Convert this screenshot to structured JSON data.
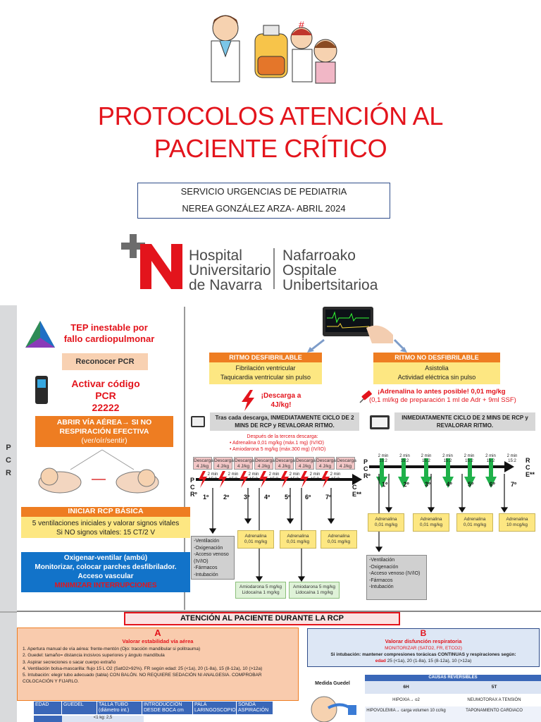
{
  "header": {
    "title_line1": "PROTOCOLOS ATENCIÓN AL",
    "title_line2": "PACIENTE CRÍTICO",
    "info_line1": "SERVICIO URGENCIAS DE PEDIATRIA",
    "info_line2": "NEREA GONZÁLEZ ARZA- ABRIL 2024"
  },
  "logo": {
    "es_line1": "Hospital",
    "es_line2": "Universitario",
    "es_line3": "de Navarra",
    "eu_line1": "Nafarroako",
    "eu_line2": "Ospitale",
    "eu_line3": "Unibertsitarioa"
  },
  "sidebar": {
    "letters": [
      "P",
      "C",
      "R"
    ]
  },
  "left_flow": {
    "tep": "TEP inestable por fallo cardiopulmonar",
    "reconocer": "Reconocer PCR",
    "codigo_line1": "Activar código PCR",
    "codigo_line2": "22222",
    "abrir_line1": "ABRIR VÍA AÉREA→ SI NO",
    "abrir_line2": "RESPIRACIÓN EFECTIVA",
    "abrir_line3": "(ver/oír/sentir)",
    "rcp_title": "INICIAR RCP BÁSICA",
    "rcp_line1": "5 ventilaciones iniciales y valorar signos vitales",
    "rcp_line2": "Si NO signos vitales: 15 CT/2 V",
    "blue_line1": "Oxigenar-ventilar (ambú)",
    "blue_line2": "Monitorizar, colocar parches desfibrilador.",
    "blue_line3": "Acceso vascular",
    "blue_line4": "MINIMIZAR INTERRUPCIONES"
  },
  "shockable": {
    "title": "RITMO DESFIBRILABLE",
    "line1": "Fibrilación ventricular",
    "line2": "Taquicardia ventricular sin pulso",
    "descarga_line1": "¡Descarga a",
    "descarga_line2": "4J/kg!",
    "instr_line1": "Tras cada descarga, INMEDIATAMENTE CICLO DE 2",
    "instr_line2": "MINS DE RCP y REVALORAR RITMO.",
    "after_third": "Después de la tercera descarga:",
    "drug1": "• Adrenalina 0,01 mg/kg (máx.1 mg) (IV/IO)",
    "drug2": "• Amiodarona 5 mg/kg (máx.300 mg) (IV/IO)",
    "descarga_label": "Descarga",
    "descarga_dose": "4 J/kg",
    "min_label_1": "2 min",
    "min_label_2": "15:2",
    "ordinals": [
      "1º",
      "2º",
      "3º",
      "4º",
      "5º",
      "6º",
      "7º"
    ],
    "adrenalina_name": "Adrenalina",
    "adrenalina_dose": "0,01 mg/kg",
    "amio_line1": "Amiodarona 5 mg/kg",
    "amio_line2": "Lidocaína 1 mg/kg",
    "interventions": [
      "-Ventilación",
      "-Oxigenación",
      "-Acceso venoso",
      "(IV/IO)",
      "-Fármacos",
      "-Intubación"
    ]
  },
  "nonshockable": {
    "title": "RITMO NO DESFIBRILABLE",
    "line1": "Asistolia",
    "line2": "Actividad eléctrica sin pulso",
    "adr_line1": "¡Adrenalina lo antes posible! 0,01 mg/kg",
    "adr_line2": "(0,1 ml/kg de preparación 1 ml de Adr + 9ml SSF)",
    "instr_line1": "INMEDIATAMENTE CICLO DE 2 MINS DE RCP y",
    "instr_line2": "REVALORAR RITMO.",
    "ordinals": [
      "1º",
      "2º",
      "3º",
      "4º",
      "5º",
      "6º",
      "7º"
    ],
    "adrenalina_name": "Adrenalina",
    "adrenalina_dose": "0,01 mg/kg",
    "adrenalina_last_dose": "10 mcg/kg",
    "interventions": [
      "-Ventilación",
      "-Oxigenación",
      "-Acceso venoso (IV/IO)",
      "-Fármacos",
      "-Intubación"
    ]
  },
  "axis": {
    "pcr_p": "P",
    "pcr_c": "C",
    "pcr_r": "Rº",
    "rce_r": "R",
    "rce_c": "C",
    "rce_e": "E**"
  },
  "bottom": {
    "banner": "ATENCIÓN AL PACIENTE DURANTE LA RCP",
    "a_letter": "A",
    "a_title": "Valorar estabilidad vía aérea",
    "a_items": [
      "1. Apertura manual de vía aérea: frente-mentón (Ojo: tracción mandibular si politrauma)",
      "2. Guedel: tamaño= distancia incisivos superiores y ángulo mandíbula",
      "3. Aspirar secreciones o sacar cuerpo extraño",
      "4. Ventilación bolsa-mascarilla: flujo 15 L O2 (SatO2>92%). FR según edad: 25 (<1a), 20 (1-8a), 15 (8-12a), 10 (>12a)",
      "5. Intubación: elegir tubo adecuado (tabla) CON BALÓN. NO REQUIERE SEDACIÓN NI ANALGESIA. COMPROBAR COLOCACIÓN Y FIJARLO."
    ],
    "b_letter": "B",
    "b_title": "Valorar disfunción respiratoria",
    "b_monitor": "MONITORIZAR (SATO2, FR, ETCO2)",
    "b_intub": "Si intubación: mantener compresiones torácicas CONTINUAS y respiraciones según:",
    "b_edad_label": "edad",
    "b_edad_rest": " 25 (<1a), 20 (1-8a), 15 (8-12a), 10 (>12a)",
    "guedel": "Medida Guedel",
    "causas_title": "CAUSAS REVERSIBLES",
    "causas_h": "6H",
    "causas_t": "5T",
    "causas_rows": [
      [
        "HIPOXIA→ o2",
        "NEUMOTORAX A TENSIÓN"
      ],
      [
        "HIPOVOLEMIA→ carga volumen 10 cc/kg",
        "TAPONAMIENTO CARDIACO"
      ]
    ],
    "table_headers": [
      "EDAD",
      "GUEDEL",
      "TALLA TUBO (diámetro int.)",
      "INTRODUCCIÓN DESDE BOCA cm",
      "PALA LARINGOSCOPIO",
      "SONDA ASPIRACIÓN"
    ],
    "table_first_cell": "<1 kg: 2,5"
  },
  "colors": {
    "red": "#e3141c",
    "orange": "#ee7d22",
    "blue": "#1273c9",
    "navy": "#2f4d8a",
    "green": "#1fb14a"
  }
}
